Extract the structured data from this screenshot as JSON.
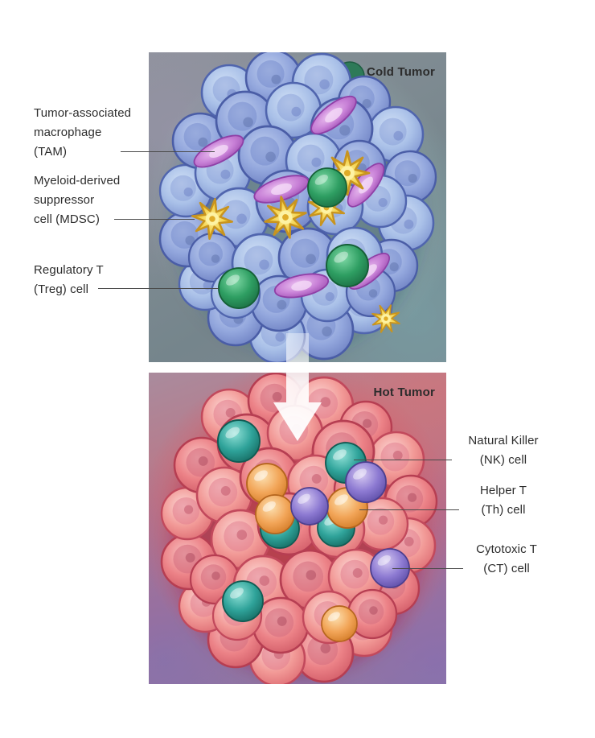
{
  "figure": {
    "name": "Cold tumor versus hot tumor immune microenvironment",
    "panels": [
      {
        "title": "Cold Tumor",
        "labels": [
          {
            "cell": "tumor-associated-macrophage",
            "lines": [
              "Tumor-associated",
              "macrophage",
              "(TAM)"
            ]
          },
          {
            "cell": "myeloid-derived-suppressor-cell",
            "lines": [
              "Myeloid-derived",
              "suppressor",
              "cell (MDSC)"
            ]
          },
          {
            "cell": "regulatory-t-cell",
            "lines": [
              "Regulatory T",
              "(Treg) cell"
            ]
          }
        ]
      },
      {
        "title": "Hot Tumor",
        "labels": [
          {
            "cell": "natural-killer-cell",
            "lines": [
              "Natural Killer",
              "(NK) cell"
            ]
          },
          {
            "cell": "helper-t-cell",
            "lines": [
              "Helper T",
              "(Th) cell"
            ]
          },
          {
            "cell": "cytotoxic-t-cell",
            "lines": [
              "Cytotoxic T",
              "(CT) cell"
            ]
          }
        ]
      }
    ],
    "colors": {
      "cold_tumor_cell": "#a9c0e8",
      "hot_tumor_cell": "#f29292",
      "tam_cell": "#c77fd6",
      "mdsc_cell": "#f2cc3f",
      "treg_cell": "#2e9e62",
      "nk_cell": "#2fa39a",
      "th_cell": "#f2a558",
      "ct_cell": "#8d7ad2",
      "label_text": "#2d2d2d"
    }
  }
}
